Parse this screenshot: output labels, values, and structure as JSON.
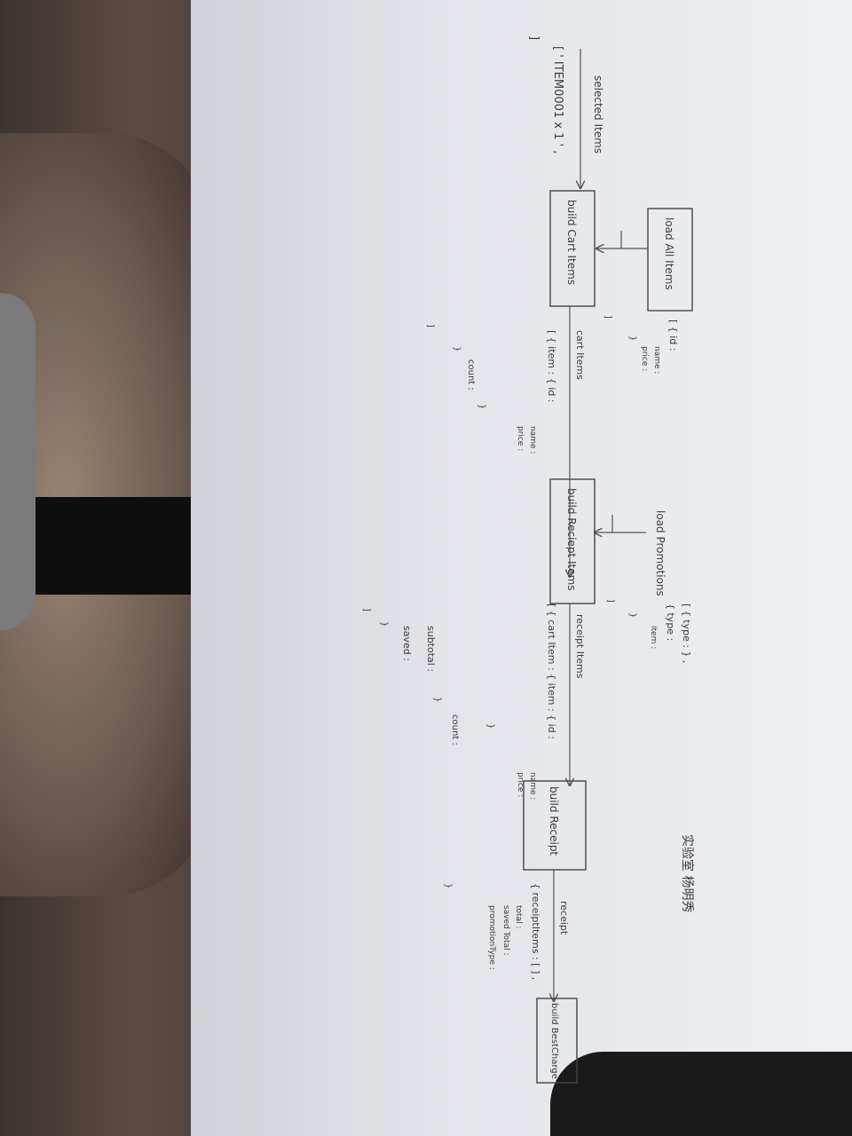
{
  "nodes": {
    "load_all_items": "load All Items",
    "build_cart_items": "build Cart Items",
    "load_promotions": "load Promotions",
    "build_receipt_items": "build Reciept Items",
    "build_receipt": "build Receipt",
    "build_best_charge": "build BestCharge"
  },
  "edges": {
    "selected_items": "selected Items",
    "cart_items": "cart Items",
    "receipt_items": "receipt Items",
    "receipt": "receipt"
  },
  "annotations": {
    "selected_input": [
      "[ ' ITEM0001 x 1 ' ,",
      "]"
    ],
    "all_items": [
      "[ { id :",
      "name :",
      "price :",
      "}",
      "]"
    ],
    "cart_items": [
      "[ { item : { id :",
      "name :",
      "price :",
      "}",
      "count :",
      "}",
      "]"
    ],
    "promotions": [
      "[ { type : } ,",
      "{ type :",
      "item :",
      "}",
      "]"
    ],
    "receipt_items": [
      "[ { cart Item : { item : { id :",
      "name :",
      "price :",
      "}",
      "count :",
      "}",
      "subtotal :",
      "saved :",
      "}",
      "]"
    ],
    "receipt": [
      "{ receiptItems : [ ] ,",
      "total :",
      "saved Total :",
      "promotionType :",
      "}"
    ],
    "author": "实验室 杨明秀"
  }
}
